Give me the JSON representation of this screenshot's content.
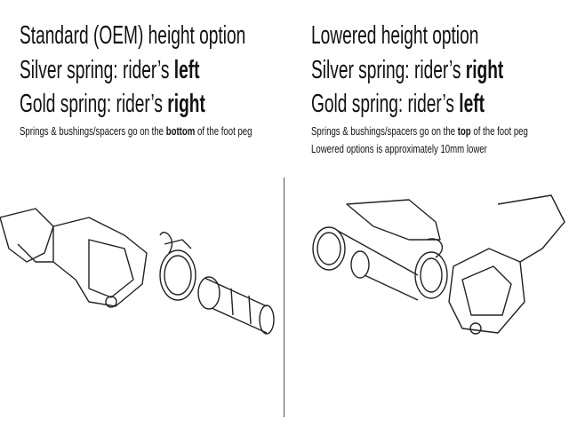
{
  "left": {
    "title": "Standard (OEM) height option",
    "silver_prefix": "Silver spring: rider’s ",
    "silver_side": "left",
    "gold_prefix": "Gold spring: rider’s ",
    "gold_side": "right",
    "note_prefix": "Springs & bushings/spacers go on the ",
    "note_bold": "bottom",
    "note_suffix": " of the foot peg"
  },
  "right": {
    "title": "Lowered height option",
    "silver_prefix": "Silver spring: rider’s ",
    "silver_side": "right",
    "gold_prefix": "Gold spring: rider’s ",
    "gold_side": "left",
    "note_prefix": "Springs & bushings/spacers go on the ",
    "note_bold": "top",
    "note_suffix": " of the foot peg",
    "note2": "Lowered options is approximately 10mm lower"
  }
}
